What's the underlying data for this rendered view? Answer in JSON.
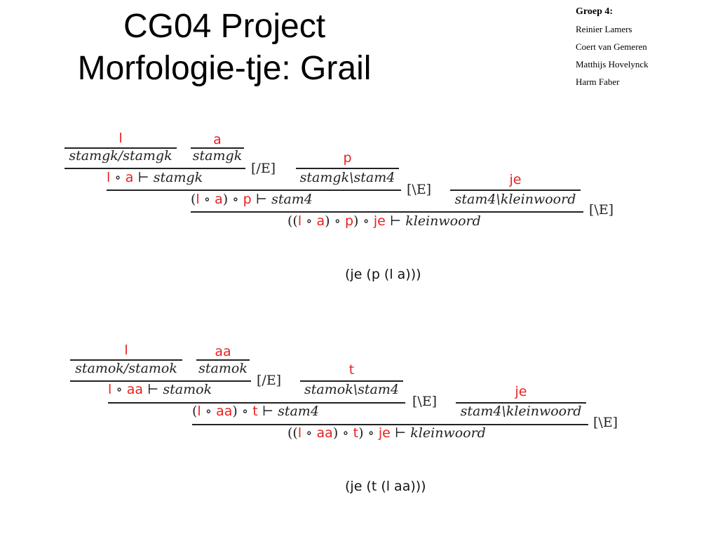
{
  "title": {
    "line1": "CG04 Project",
    "line2": "Morfologie-tje: Grail"
  },
  "group": {
    "name": "Groep 4:",
    "members": [
      "Reinier Lamers",
      "Coert van Gemeren",
      "Matthijs Hovelynck",
      "Harm Faber"
    ]
  },
  "proof1": {
    "w1": "l",
    "t1": "stamgk/stamgk",
    "w2": "a",
    "t2": "stamgk",
    "r1": "[/E]",
    "c1": {
      "w1": "l",
      "w2": "a",
      "type": "stamgk"
    },
    "w3": "p",
    "t3": "stamgk\\stam4",
    "r2": "[\\E]",
    "c2": {
      "w1": "l",
      "w2": "a",
      "w3": "p",
      "type": "stam4"
    },
    "w4": "je",
    "t4": "stam4\\kleinwoord",
    "r3": "[\\E]",
    "c3": {
      "w1": "l",
      "w2": "a",
      "w3": "p",
      "w4": "je",
      "type": "kleinwoord"
    },
    "tree": "(je (p (l a)))"
  },
  "proof2": {
    "w1": "l",
    "t1": "stamok/stamok",
    "w2": "aa",
    "t2": "stamok",
    "r1": "[/E]",
    "c1": {
      "w1": "l",
      "w2": "aa",
      "type": "stamok"
    },
    "w3": "t",
    "t3": "stamok\\stam4",
    "r2": "[\\E]",
    "c2": {
      "w1": "l",
      "w2": "aa",
      "w3": "t",
      "type": "stam4"
    },
    "w4": "je",
    "t4": "stam4\\kleinwoord",
    "r3": "[\\E]",
    "c3": {
      "w1": "l",
      "w2": "aa",
      "w3": "t",
      "w4": "je",
      "type": "kleinwoord"
    },
    "tree": "(je (t (l aa)))"
  }
}
